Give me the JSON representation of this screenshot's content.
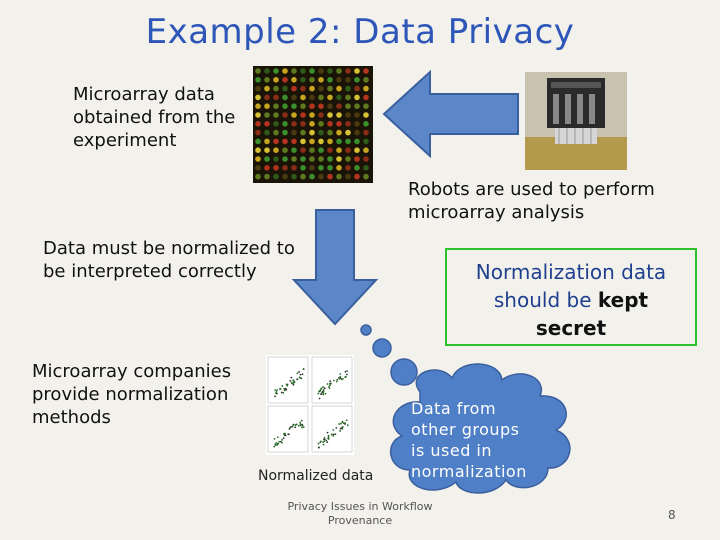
{
  "slide": {
    "title": "Example 2: Data Privacy",
    "microarray_label": "Microarray data obtained from the experiment",
    "robots_label": "Robots are used to perform microarray analysis",
    "normalize_label": "Data must be normalized to be interpreted correctly",
    "companies_label": "Microarray companies provide normalization methods",
    "normalized_caption": "Normalized data",
    "secret_box": {
      "part1": "Normalization data",
      "part2_pre": "should be ",
      "part2_bold": "kept",
      "part3": "secret"
    },
    "cloud_text": "Data from other groups is used in normalization",
    "footer": "Privacy Issues in Workflow Provenance",
    "page_number": "8"
  },
  "colors": {
    "title": "#2d56b8",
    "arrow_fill": "#5b87c8",
    "arrow_stroke": "#3a5f9e",
    "box_border": "#2ec12e",
    "cloud_fill": "#4f7fc6"
  },
  "icons": {
    "left_arrow": "left-arrow-icon",
    "down_arrow": "down-arrow-icon",
    "thought_cloud": "thought-cloud-icon"
  }
}
